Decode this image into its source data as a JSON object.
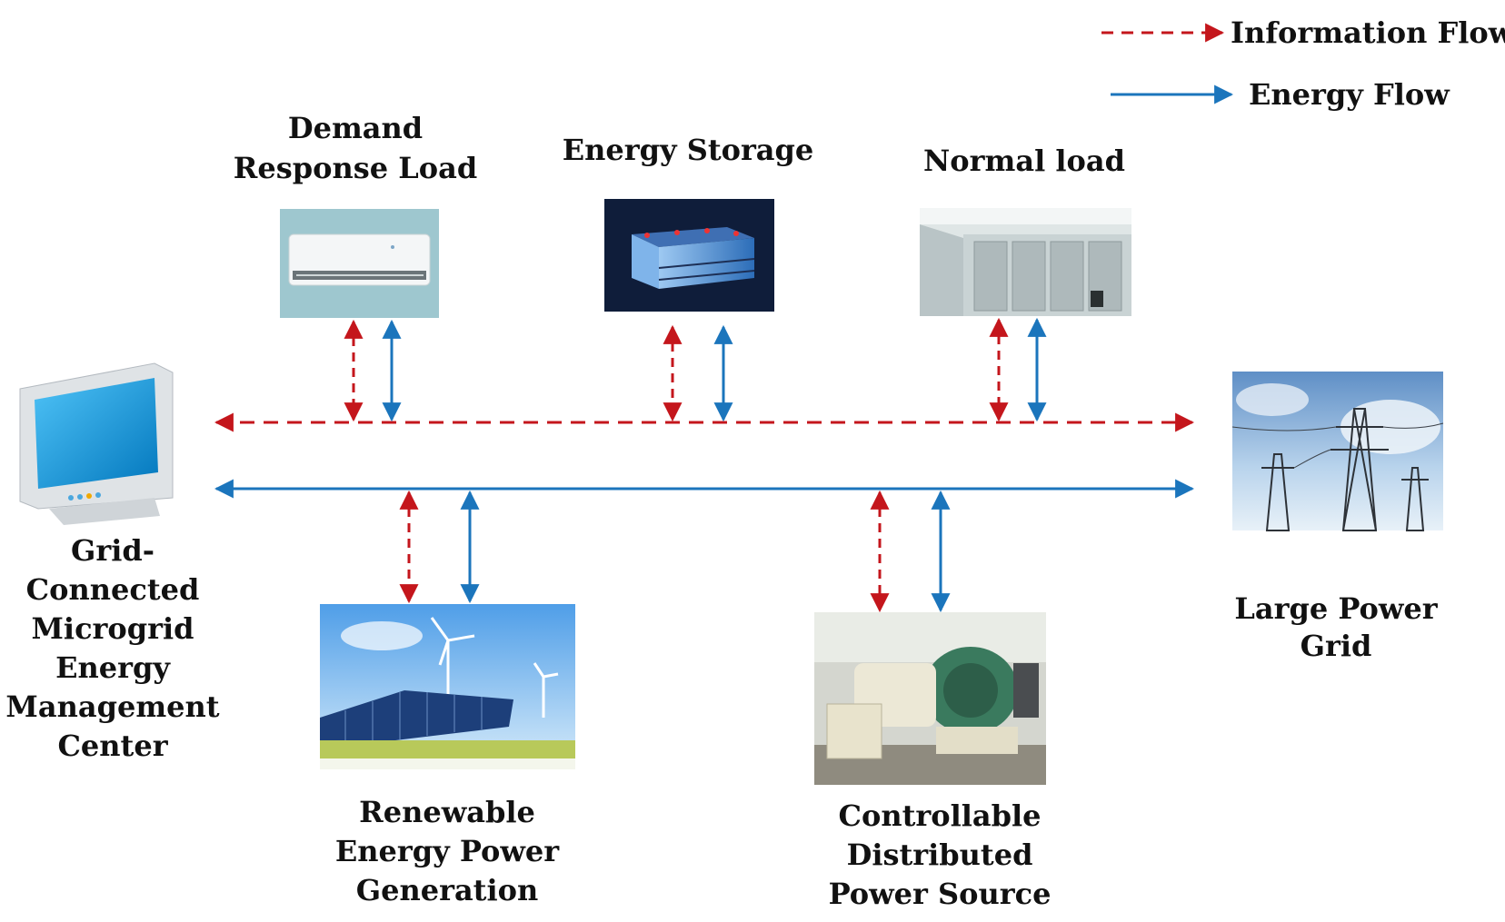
{
  "legend": {
    "information_flow": "Information Flow",
    "energy_flow": "Energy Flow"
  },
  "nodes": {
    "demand_response": [
      "Demand",
      "Response Load"
    ],
    "energy_storage": [
      "Energy Storage"
    ],
    "normal_load": [
      "Normal load"
    ],
    "management_center": [
      "Grid-",
      "Connected",
      "Microgrid",
      "Energy",
      "Management",
      "Center"
    ],
    "large_grid": [
      "Large Power",
      "Grid"
    ],
    "renewable": [
      "Renewable",
      "Energy Power",
      "Generation"
    ],
    "controllable": [
      "Controllable",
      "Distributed",
      "Power Source"
    ]
  },
  "colors": {
    "information": "#c4161c",
    "energy": "#1b75bc",
    "text": "#111111"
  },
  "icons": {
    "demand_response": "air-conditioner-image",
    "energy_storage": "battery-image",
    "normal_load": "switchgear-image",
    "management_center": "computer-monitor-image",
    "large_grid": "transmission-tower-image",
    "renewable": "solar-wind-image",
    "controllable": "generator-image"
  }
}
